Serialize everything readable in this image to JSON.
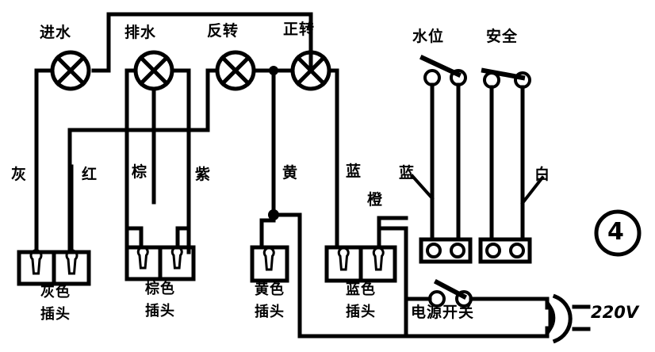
{
  "diagram": {
    "title_marker": "④",
    "type": "washing-machine-wiring-schematic",
    "colors": {
      "ink": "#000000",
      "paper": "#ffffff"
    },
    "component_labels": [
      {
        "id": "inlet",
        "text": "进水",
        "meaning": "water inlet valve"
      },
      {
        "id": "drain",
        "text": "排水",
        "meaning": "drain valve"
      },
      {
        "id": "reverse",
        "text": "反转",
        "meaning": "reverse rotation"
      },
      {
        "id": "forward",
        "text": "正转",
        "meaning": "forward rotation"
      }
    ],
    "switch_labels": [
      {
        "id": "water-level",
        "text": "水位",
        "meaning": "water level switch",
        "state": "open"
      },
      {
        "id": "safety",
        "text": "安全",
        "meaning": "safety switch",
        "state": "closed"
      }
    ],
    "wire_color_labels": [
      {
        "id": "gray",
        "text": "灰"
      },
      {
        "id": "red",
        "text": "红"
      },
      {
        "id": "brown",
        "text": "棕"
      },
      {
        "id": "purple",
        "text": "紫"
      },
      {
        "id": "yellow",
        "text": "黄"
      },
      {
        "id": "blue",
        "text": "蓝"
      },
      {
        "id": "blue2",
        "text": "蓝"
      },
      {
        "id": "white",
        "text": "白"
      },
      {
        "id": "orange",
        "text": "橙"
      }
    ],
    "plug_labels": [
      {
        "id": "gray-plug",
        "line1": "灰色",
        "line2": "插头",
        "meaning": "gray plug"
      },
      {
        "id": "brown-plug",
        "line1": "棕色",
        "line2": "插头",
        "meaning": "brown plug"
      },
      {
        "id": "yellow-plug",
        "line1": "黄色",
        "line2": "插头",
        "meaning": "yellow plug"
      },
      {
        "id": "blue-plug",
        "line1": "蓝色",
        "line2": "插头",
        "meaning": "blue plug"
      }
    ],
    "power": {
      "switch_label": "电源开关",
      "supply_label": "220V"
    }
  }
}
